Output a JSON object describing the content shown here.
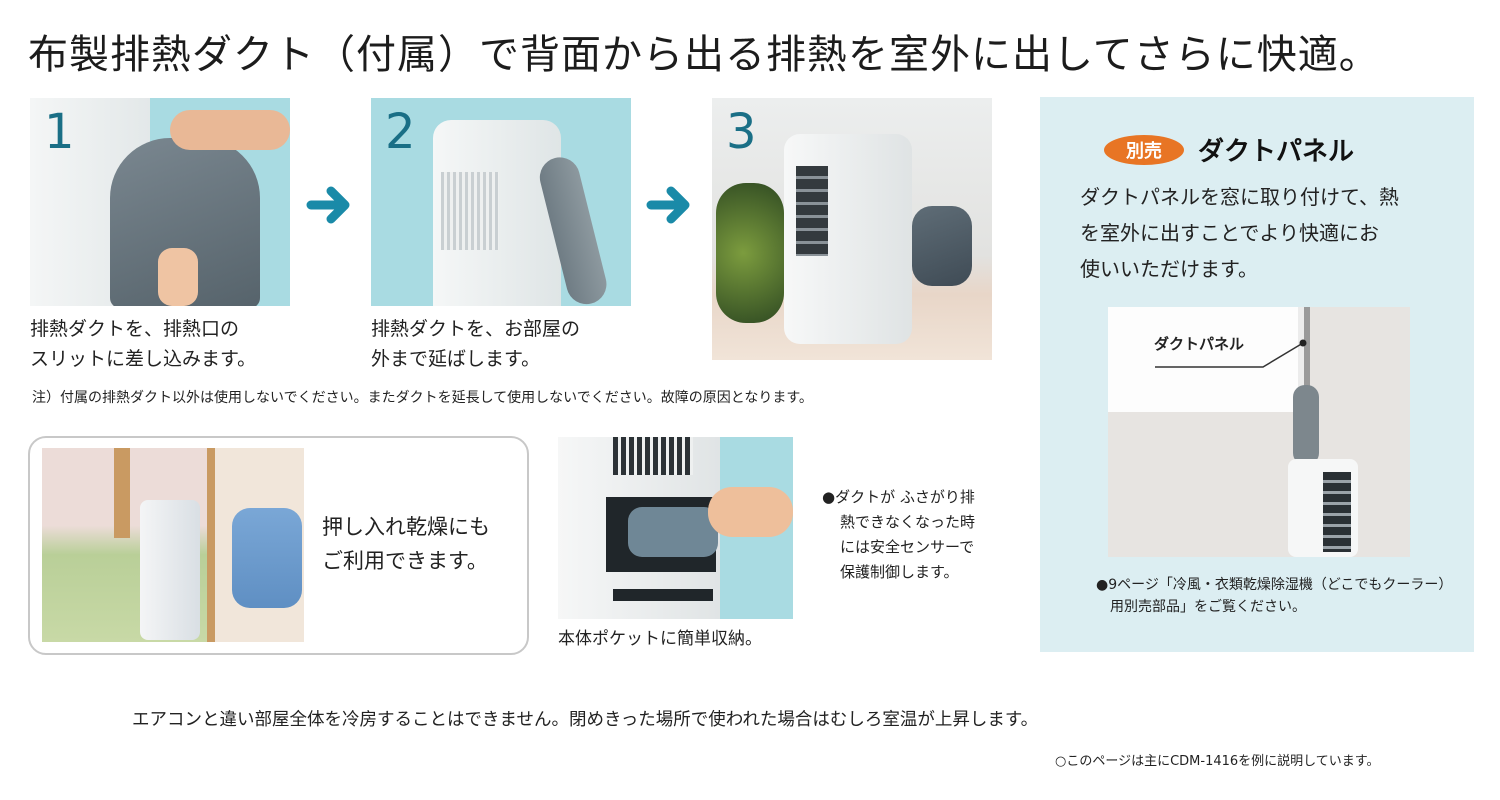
{
  "headline": "布製排熱ダクト（付属）で背面から出る排熱を室外に出してさらに快適。",
  "steps": [
    {
      "number": "1",
      "caption_line1": "排熱ダクトを、排熱口の",
      "caption_line2": "スリットに差し込みます。"
    },
    {
      "number": "2",
      "caption_line1": "排熱ダクトを、お部屋の",
      "caption_line2": "外まで延ばします。"
    },
    {
      "number": "3"
    }
  ],
  "arrow_icon": "right-arrow",
  "note": "注）付属の排熱ダクト以外は使用しないでください。またダクトを延長して使用しないでください。故障の原因となります。",
  "closet_box": {
    "text_line1": "押し入れ乾燥にも",
    "text_line2": "ご利用できます。"
  },
  "pocket": {
    "caption": "本体ポケットに簡単収納。",
    "bullet_lines": [
      "●ダクトが ふさがり排",
      "熱できなくなった時",
      "には安全センサーで",
      "保護制御します。"
    ]
  },
  "duct_panel": {
    "badge": "別売",
    "title": "ダクトパネル",
    "body_lines": [
      "ダクトパネルを窓に取り付けて、熱",
      "を室外に出すことでより快適にお",
      "使いいただけます。"
    ],
    "photo_label": "ダクトパネル",
    "footnote_line1": "●9ページ「冷風・衣類乾燥除湿機（どこでもクーラー）",
    "footnote_line2": "用別売部品」をご覧ください。"
  },
  "warning": "エアコンと違い部屋全体を冷房することはできません。閉めきった場所で使われた場合はむしろ室温が上昇します。",
  "model_note": "○このページは主にCDM-1416を例に説明しています。",
  "colors": {
    "accent_teal": "#1a8aa8",
    "badge_orange": "#e87524",
    "panel_bg": "#dceef2",
    "photo_bg": "#a9dbe2"
  }
}
